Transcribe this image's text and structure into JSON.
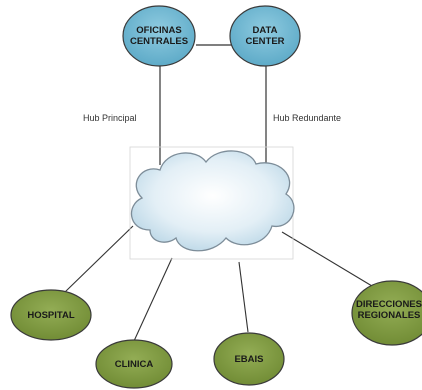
{
  "nodes": {
    "oficinas_centrales": {
      "label": "OFICINAS\nCENTRALES",
      "fill": "#6cb4cf"
    },
    "data_center": {
      "label": "DATA\nCENTER",
      "fill": "#6cb4cf"
    },
    "hospital": {
      "label": "HOSPITAL",
      "fill": "#7f9b3f"
    },
    "clinica": {
      "label": "CLINICA",
      "fill": "#7f9b3f"
    },
    "ebais": {
      "label": "EBAIS",
      "fill": "#7f9b3f"
    },
    "direcciones_regionales": {
      "label": "DIRECCIONES\nREGIONALES",
      "fill": "#7f9b3f"
    }
  },
  "edges": {
    "hub_principal": "Hub Principal",
    "hub_redundante": "Hub Redundante"
  },
  "colors": {
    "line": "#333333",
    "node_stroke": "#3a3a3a",
    "cloud_fill_center": "#ffffff",
    "cloud_fill_edge": "#b9d6e6",
    "cloud_stroke": "#7d8d99"
  }
}
